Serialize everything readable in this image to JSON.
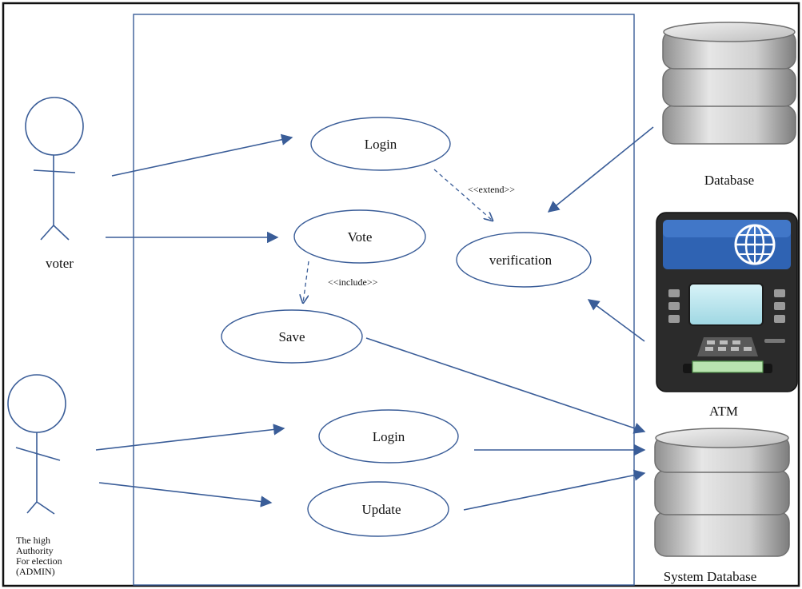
{
  "actors": {
    "voter": {
      "label": "voter"
    },
    "admin": {
      "label_lines": [
        "The high",
        "Authority",
        "For election",
        "(ADMIN)"
      ]
    }
  },
  "use_cases": {
    "login_voter": "Login",
    "vote": "Vote",
    "verification": "verification",
    "save": "Save",
    "login_admin": "Login",
    "update": "Update"
  },
  "stereotypes": {
    "extend": "<<extend>>",
    "include": "<<include>>"
  },
  "external": {
    "database": "Database",
    "atm": "ATM",
    "system_database": "System Database"
  },
  "colors": {
    "line": "#3a5d98",
    "border": "#111111",
    "db_silver": "#c9c9c9",
    "atm_blue": "#2f63b3",
    "atm_body": "#2b2b2b"
  }
}
